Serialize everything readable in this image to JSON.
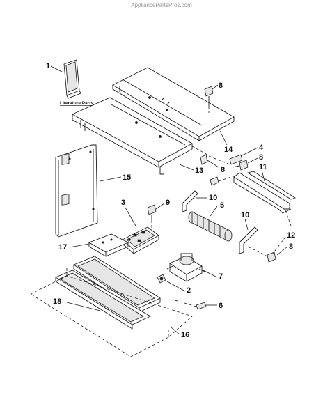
{
  "watermark": "AppliancePartsPros.com",
  "literature_label": "Literature Parts",
  "callouts": {
    "c1": "1",
    "c2": "2",
    "c3": "3",
    "c4": "4",
    "c5": "5",
    "c6": "6",
    "c7": "7",
    "c8a": "8",
    "c8b": "8",
    "c8c": "8",
    "c8d": "8",
    "c9": "9",
    "c10a": "10",
    "c10b": "10",
    "c11": "11",
    "c12": "12",
    "c13": "13",
    "c14": "14",
    "c15": "15",
    "c16": "16",
    "c17": "17",
    "c18": "18"
  }
}
